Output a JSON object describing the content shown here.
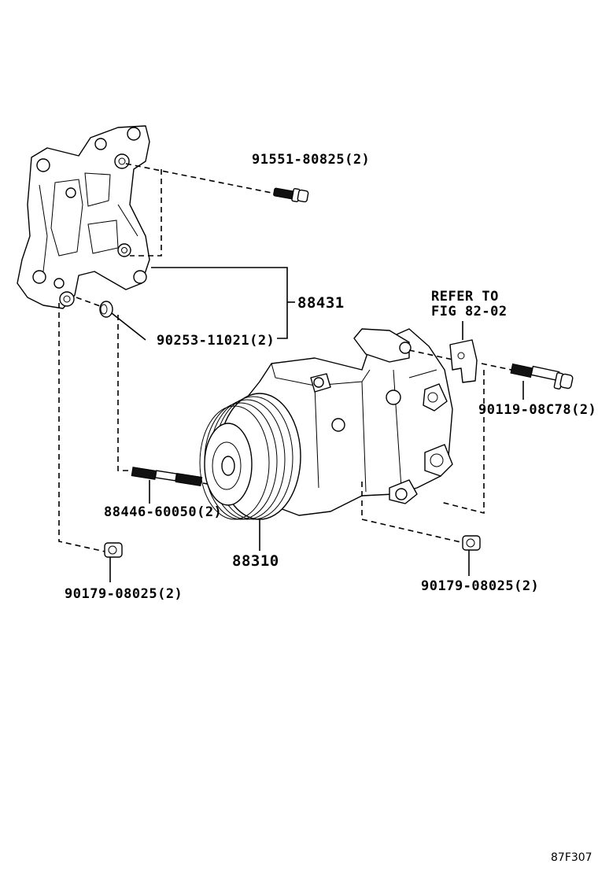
{
  "labels": {
    "bolt_top": "91551-80825(2)",
    "bracket": "88431",
    "stud_nut": "90253-11021(2)",
    "refer_line1": "REFER TO",
    "refer_line2": "FIG 82-02",
    "bolt_right": "90119-08C78(2)",
    "stud": "88446-60050(2)",
    "compressor": "88310",
    "nut_left": "90179-08025(2)",
    "nut_right": "90179-08025(2)",
    "figure_code": "87F307"
  },
  "icons": {
    "bracket": "mounting-bracket-icon",
    "compressor": "ac-compressor-icon",
    "bolt": "flange-bolt-icon",
    "stud": "stud-bolt-icon",
    "nut": "flange-nut-icon"
  }
}
